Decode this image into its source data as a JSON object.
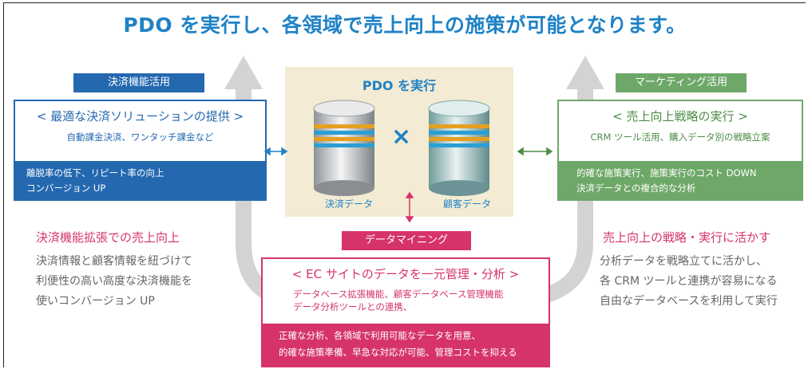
{
  "title": "PDO を実行し、各領域で売上向上の施策が可能となります。",
  "center": {
    "title": "PDO を実行",
    "left_db_label": "決済データ",
    "right_db_label": "顧客データ",
    "times_symbol": "×"
  },
  "left": {
    "tag": "決済機能活用",
    "box_head": "< 最適な決済ソリューションの提供 >",
    "box_sub": "自動課金決済、ワンタッチ課金など",
    "box_foot": [
      "離脱率の低下、リピート率の向上",
      "コンバージョン UP"
    ],
    "heading": "決済機能拡張での売上向上",
    "paragraph": [
      "決済情報と顧客情報を紐づけて",
      "利便性の高い高度な決済機能を",
      "使いコンバージョン UP"
    ]
  },
  "right": {
    "tag": "マーケティング活用",
    "box_head": "< 売上向上戦略の実行 >",
    "box_sub": "CRM ツール活用、購入データ別の戦略立案",
    "box_foot": [
      "的確な施策実行、施策実行のコスト DOWN",
      "決済データとの複合的な分析"
    ],
    "heading": "売上向上の戦略・実行に活かす",
    "paragraph": [
      "分析データを戦略立てに活かし、",
      "各 CRM ツールと連携が容易になる",
      "自由なデータベースを利用して実行"
    ]
  },
  "bottom": {
    "tag": "データマイニング",
    "box_head": "< EC サイトのデータを一元管理・分析 >",
    "box_sub": [
      "データベース拡張機能、顧客データベース管理機能",
      "データ分析ツールとの連携、"
    ],
    "box_foot": [
      "正確な分析、各領域で利用可能なデータを用意、",
      "的確な施策準備、早急な対応が可能、管理コストを抑える"
    ]
  },
  "colors": {
    "title_blue": "#1f82c6",
    "tag_blue": "#2468b0",
    "tag_green": "#6ea868",
    "accent_pink": "#d6336c",
    "cycle_gray": "#d3d3d3",
    "center_bg": "#f3ebd3"
  }
}
